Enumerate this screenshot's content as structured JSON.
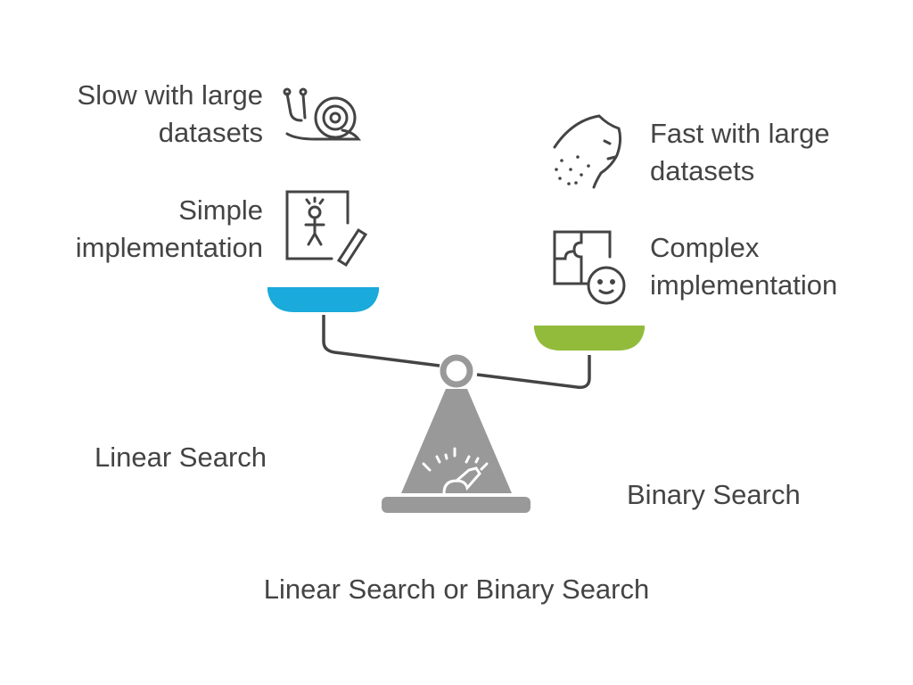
{
  "left": {
    "label": "Linear Search",
    "points": [
      "Slow with large",
      "datasets",
      "Simple",
      "implementation"
    ],
    "pan_color": "#1AAADB"
  },
  "right": {
    "label": "Binary Search",
    "points": [
      "Fast with large",
      "datasets",
      "Complex",
      "implementation"
    ],
    "pan_color": "#92BB3C"
  },
  "title": "Linear Search or Binary Search",
  "icons": [
    "snail-icon",
    "child-drawing-icon",
    "cheetah-icon",
    "puzzle-face-icon",
    "scale-icon"
  ]
}
